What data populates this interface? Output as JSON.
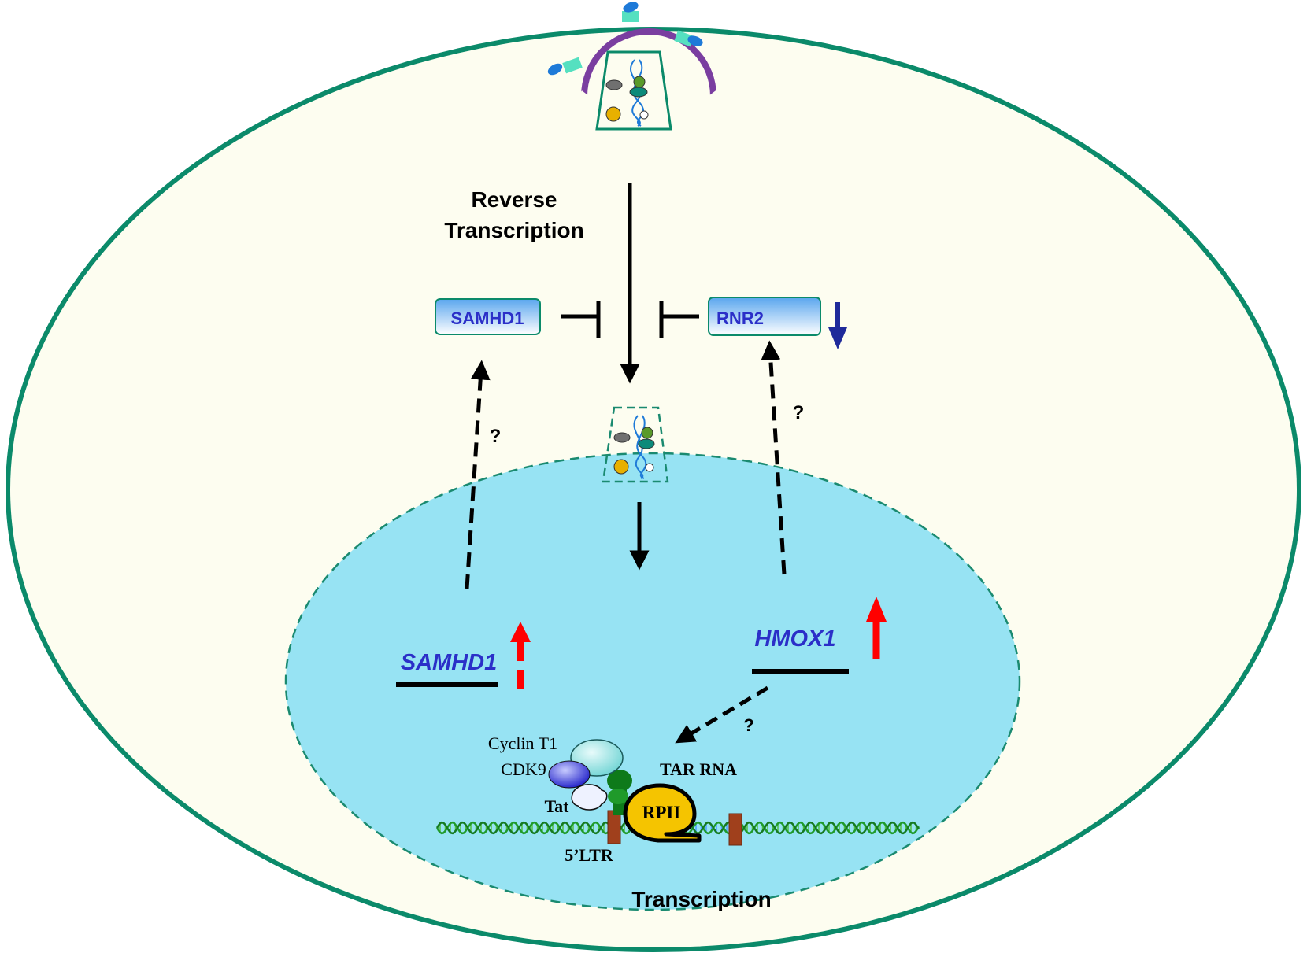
{
  "labels": {
    "reverse_line1": "Reverse",
    "reverse_line2": "Transcription",
    "samhd1_protein": "SAMHD1",
    "rnr2_protein": "RNR2",
    "samhd1_gene": "SAMHD1",
    "hmox1_gene": "HMOX1",
    "question": "?",
    "cyclin_t1": "Cyclin T1",
    "cdk9": "CDK9",
    "tat": "Tat",
    "tar_rna": "TAR RNA",
    "rpii": "RPII",
    "ltr": "5’LTR",
    "transcription": "Transcription"
  },
  "colors": {
    "cell_fill": "#fdfdf0",
    "cell_border": "#0b8a6a",
    "nucleus_fill": "#97e3f3",
    "nucleus_border": "#1a8a70",
    "virus_membrane": "#7a3ea0",
    "gene_label": "#2b2fc8",
    "up_arrow": "#ff0000",
    "down_arrow": "#1f2a9a",
    "dna": "#1f9a2a",
    "rpii": "#f5c400",
    "ltr": "#a0401c"
  }
}
